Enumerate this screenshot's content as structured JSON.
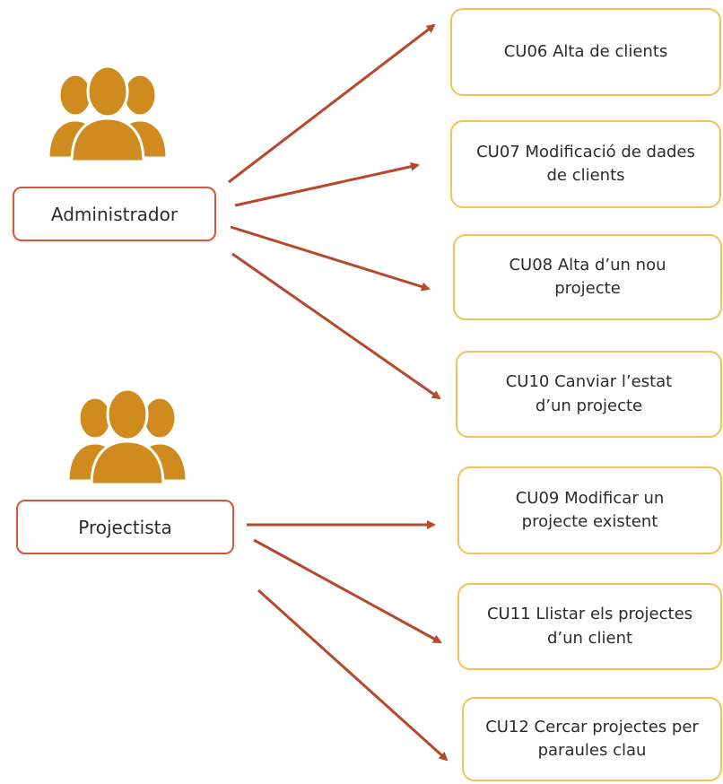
{
  "actors": [
    {
      "id": "administrador",
      "label": "Administrador"
    },
    {
      "id": "projectista",
      "label": "Projectista"
    }
  ],
  "use_cases": [
    {
      "id": "cu06",
      "text": "CU06 Alta de clients"
    },
    {
      "id": "cu07",
      "text": "CU07 Modificació de dades de clients"
    },
    {
      "id": "cu08",
      "text": "CU08 Alta d’un nou projecte"
    },
    {
      "id": "cu10",
      "text": "CU10 Canviar l’estat d’un projecte"
    },
    {
      "id": "cu09",
      "text": "CU09 Modificar un projecte existent"
    },
    {
      "id": "cu11",
      "text": "CU11 Llistar els projectes d’un client"
    },
    {
      "id": "cu12",
      "text": "CU12 Cercar projectes per paraules clau"
    }
  ],
  "associations": [
    {
      "from": "administrador",
      "to": "cu06"
    },
    {
      "from": "administrador",
      "to": "cu07"
    },
    {
      "from": "administrador",
      "to": "cu08"
    },
    {
      "from": "administrador",
      "to": "cu10"
    },
    {
      "from": "projectista",
      "to": "cu09"
    },
    {
      "from": "projectista",
      "to": "cu11"
    },
    {
      "from": "projectista",
      "to": "cu12"
    }
  ],
  "colors": {
    "actor_icon": "#d08b1e",
    "actor_border": "#d8553a",
    "usecase_border": "#f5c056",
    "arrow": "#b5492a"
  },
  "icons": {
    "actor": "users-group-icon"
  }
}
